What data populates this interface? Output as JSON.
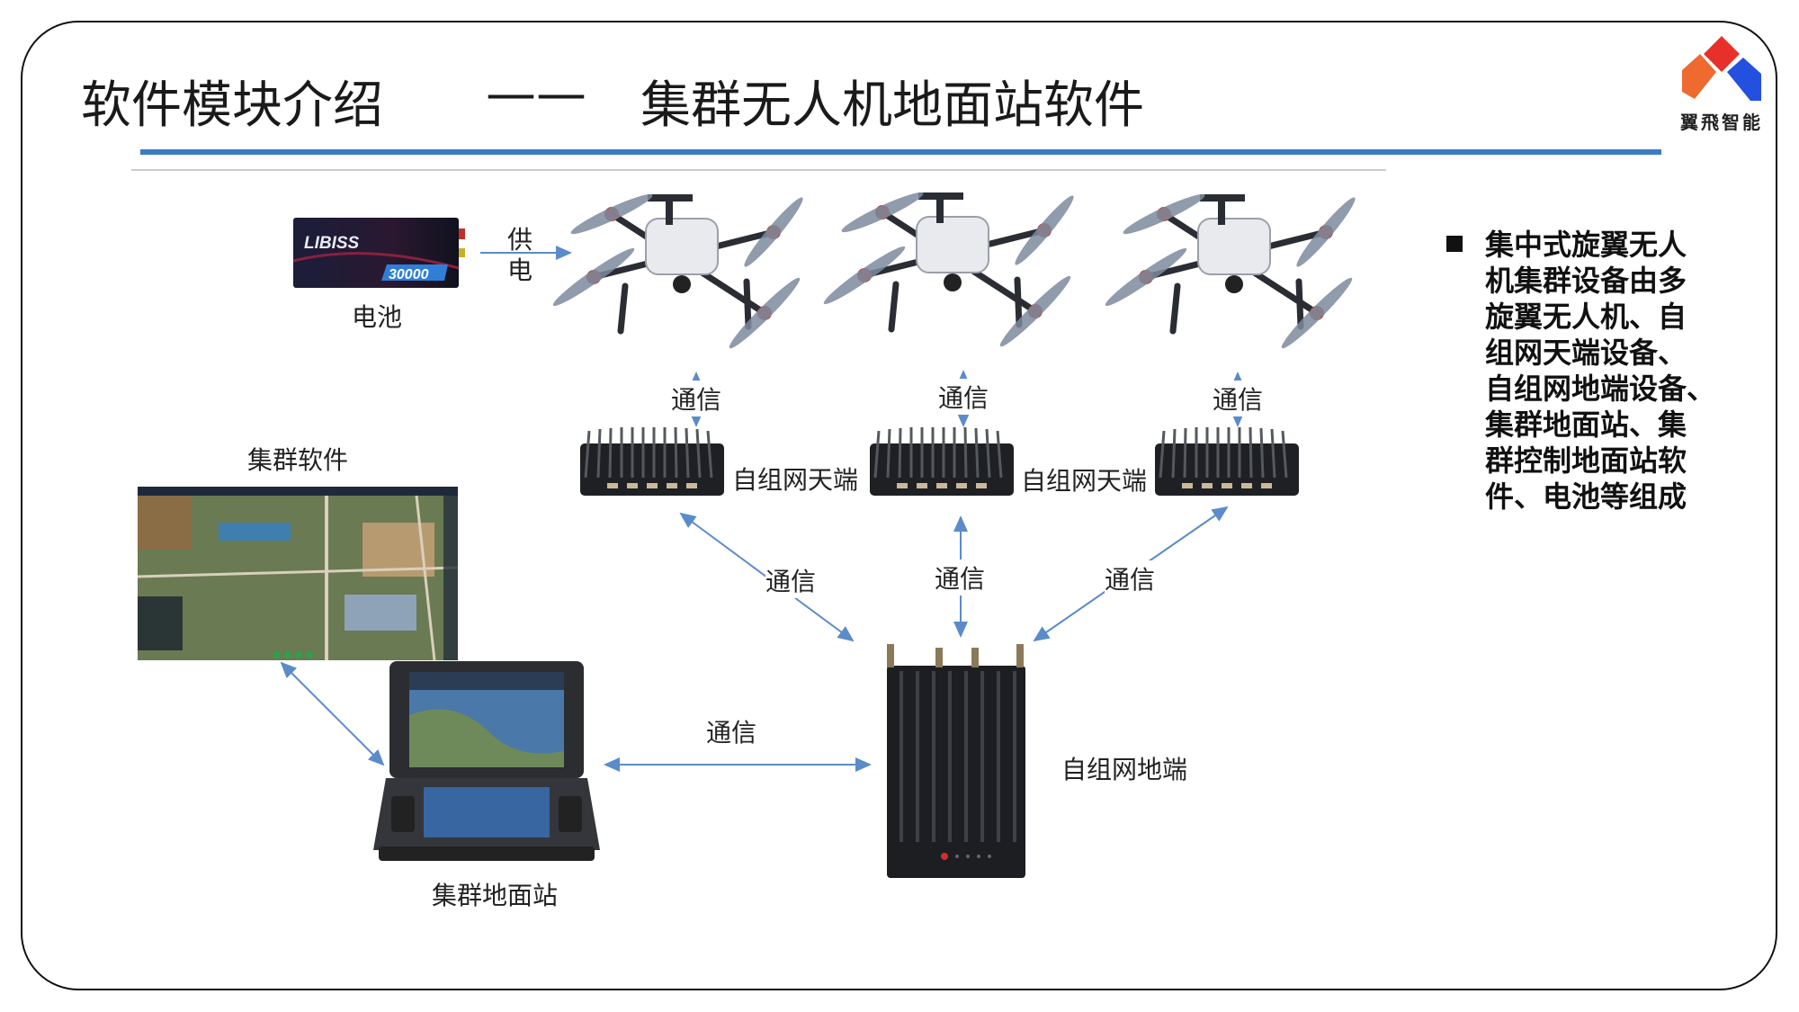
{
  "header": {
    "title_left": "软件模块介绍",
    "title_dash": "——",
    "title_right": "集群无人机地面站软件"
  },
  "logo": {
    "text": "翼飛智能",
    "colors": {
      "top": "#e8302a",
      "left": "#ee6a2e",
      "right": "#2450e0"
    }
  },
  "colors": {
    "accent_line": "#3b7cc4",
    "arrow": "#5b8bc9"
  },
  "diagram": {
    "battery": {
      "label": "电池",
      "brand": "LIBISS",
      "capacity": "30000"
    },
    "power_label_1": "供",
    "power_label_2": "电",
    "comm_label": "通信",
    "air_terminal_label": "自组网天端",
    "ground_terminal_label": "自组网地端",
    "software_label": "集群软件",
    "ground_station_label": "集群地面站"
  },
  "bullet": {
    "lines": [
      "集中式旋翼无人",
      "机集群设备由多",
      "旋翼无人机、自",
      "组网天端设备、",
      "自组网地端设备、",
      "集群地面站、集",
      "群控制地面站软",
      "件、电池等组成"
    ]
  }
}
